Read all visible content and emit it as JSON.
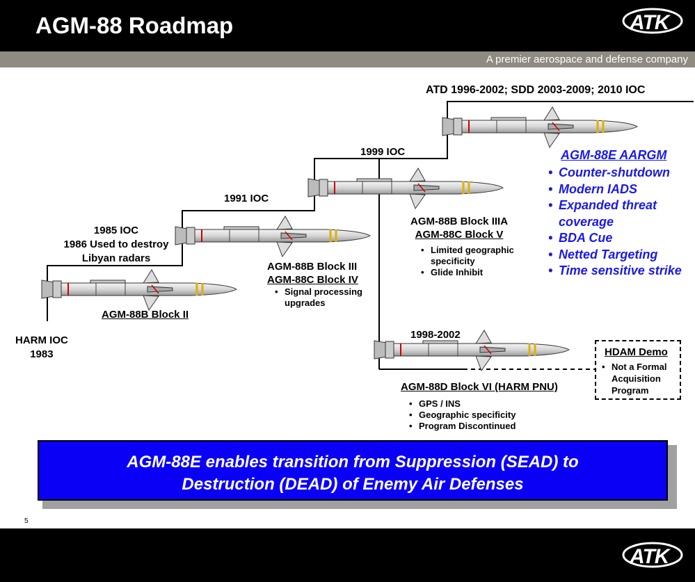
{
  "header": {
    "title": "AGM-88 Roadmap",
    "logo_text": "ATK",
    "tagline": "A premier aerospace and defense company"
  },
  "milestones": {
    "harm_ioc_line1": "HARM  IOC",
    "harm_ioc_line2": "1983",
    "ioc_1985_line1": "1985 IOC",
    "ioc_1985_line2": "1986 Used to destroy",
    "ioc_1985_line3": "Libyan radars",
    "ioc_1991": "1991 IOC",
    "ioc_1999": "1999 IOC",
    "atd": "ATD 1996-2002; SDD 2003-2009; 2010 IOC",
    "span_1998": "1998-2002"
  },
  "variants": {
    "block2": "AGM-88B Block II",
    "block3_line1": "AGM-88B Block III",
    "block3_line2": "AGM-88C Block IV",
    "block3_bullets": [
      "Signal processing upgrades"
    ],
    "block3a_line1": "AGM-88B Block IIIA",
    "block3a_line2": "AGM-88C Block V",
    "block3a_bullets": [
      "Limited geographic specificity",
      "Glide Inhibit"
    ],
    "block6": "AGM-88D Block VI (HARM PNU)",
    "block6_bullets": [
      "GPS / INS",
      "Geographic specificity",
      "Program Discontinued"
    ],
    "aargm_title": "AGM-88E AARGM",
    "aargm_bullets": [
      "Counter-shutdown",
      "Modern IADS",
      "Expanded threat coverage",
      "BDA Cue",
      "Netted Targeting",
      "Time sensitive strike"
    ]
  },
  "hdam": {
    "title": "HDAM Demo",
    "bullets": [
      "Not a Formal Acquisition Program"
    ]
  },
  "banner": {
    "line1": "AGM-88E enables transition from Suppression (SEAD) to",
    "line2": "Destruction (DEAD) of Enemy Air Defenses"
  },
  "footer": {
    "page_number": "5",
    "logo_text": "ATK"
  },
  "colors": {
    "accent_blue": "#1a1ae6",
    "banner_blue": "#0a00f5",
    "tagline_bar": "#8f8a82"
  }
}
